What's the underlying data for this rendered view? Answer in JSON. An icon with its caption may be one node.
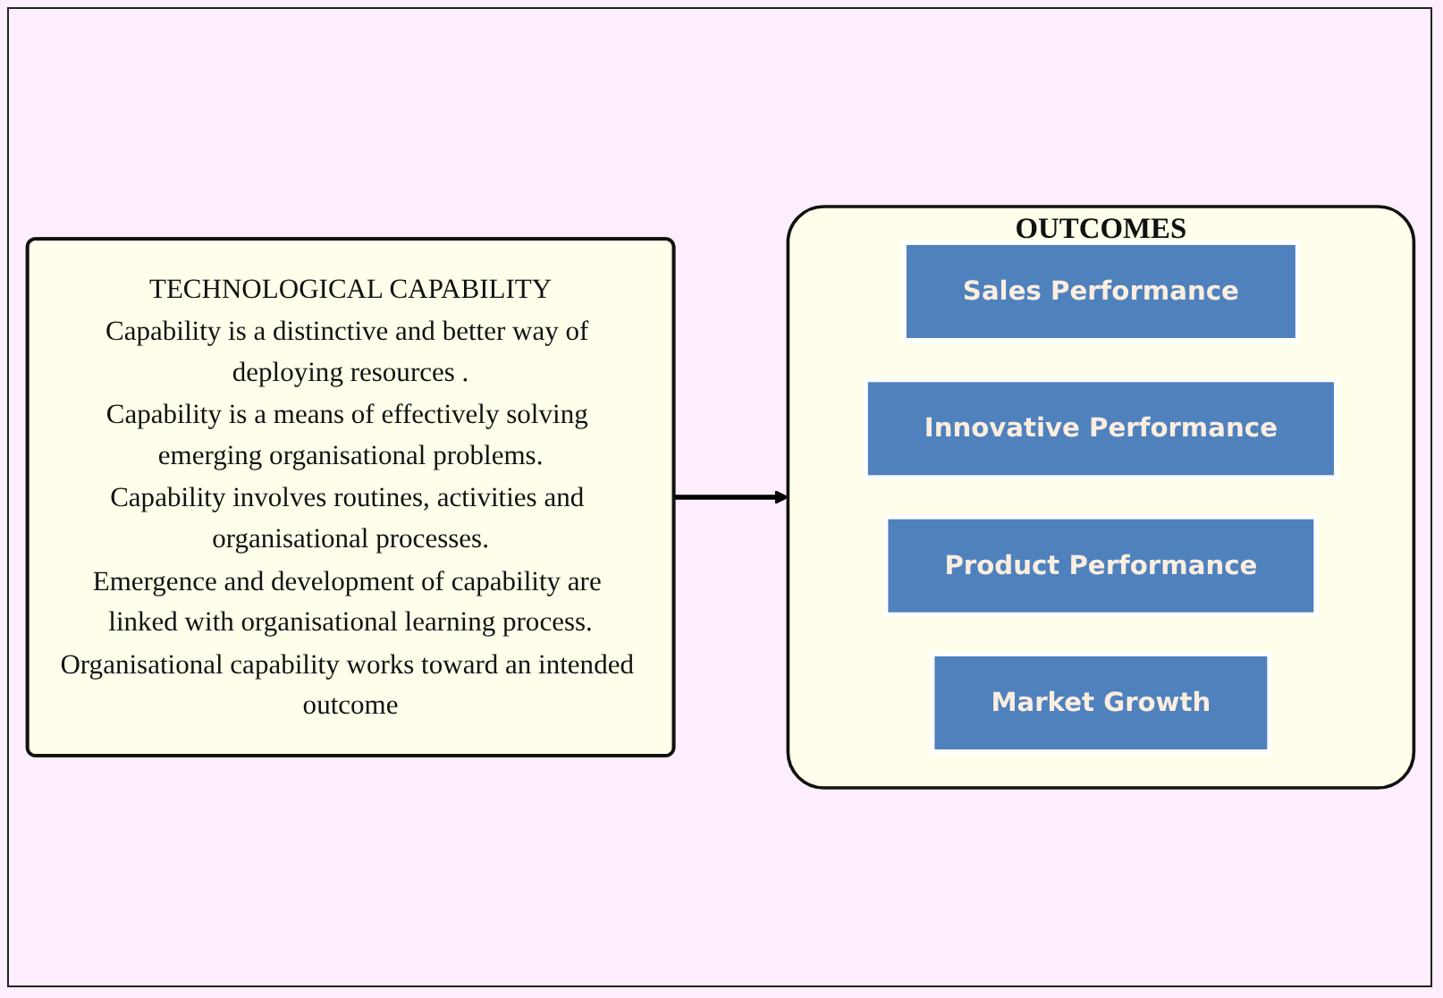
{
  "diagram": {
    "nodes": [
      {
        "text": [
          "TECHNOLOGICAL CAPABILITY",
          "Capability is a distinctive and better way of deploying resources .",
          "Capability is a means of effectively solving emerging organisational problems.",
          "Capability involves routines, activities and organisational processes.",
          "Emergence and development of capability are linked with organisational learning process.",
          "Organisational capability works toward an intended outcome"
        ]
      },
      {
        "text": [
          "OUTCOMES"
        ]
      },
      {
        "text": [
          "Sales Performance"
        ],
        "in": 1
      },
      {
        "text": [
          "Innovative Performance"
        ],
        "in": 1
      },
      {
        "text": [
          "Product Performance"
        ],
        "in": 1
      },
      {
        "text": [
          "Market Growth"
        ],
        "in": 1
      }
    ],
    "edges": [
      {
        "from": 0,
        "to": 1,
        "arrow": "to"
      }
    ]
  }
}
